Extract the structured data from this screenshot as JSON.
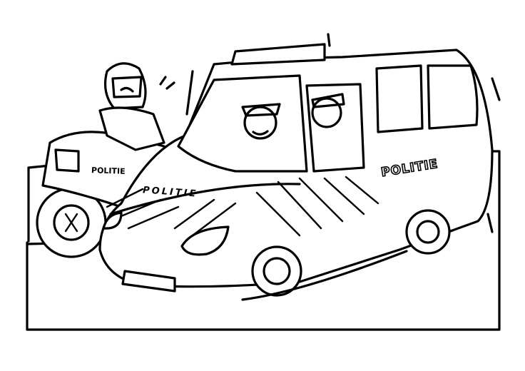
{
  "scene": {
    "description": "Black and white coloring page of a Dutch police van and police motorcycle",
    "colors": {
      "ink": "#000000",
      "paper": "#ffffff"
    }
  },
  "labels": {
    "van_side": "POLITIE",
    "van_hood": "POLITIE",
    "motorcycle": "POLITIE"
  }
}
